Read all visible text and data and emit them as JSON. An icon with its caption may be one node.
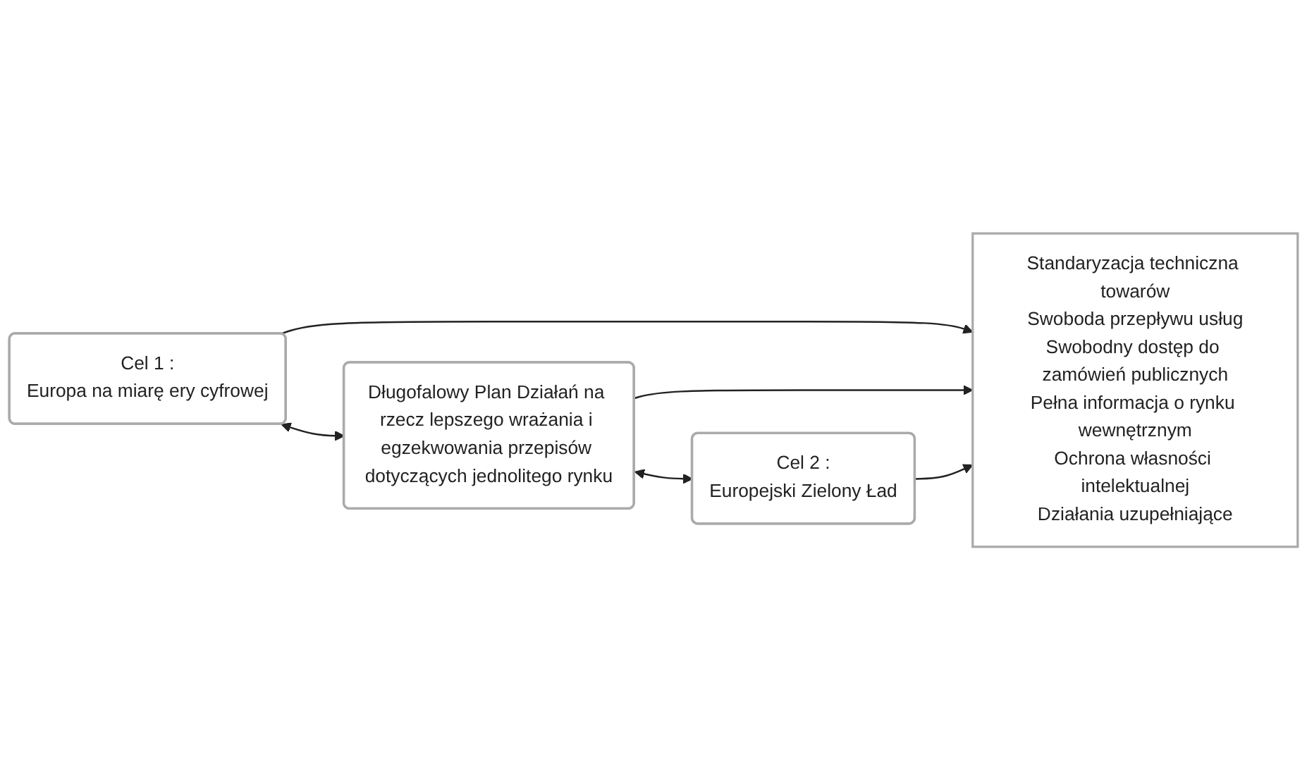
{
  "diagram": {
    "nodes": [
      {
        "text": [
          "Cel 1 :",
          "Europa na miarę ery cyfrowej"
        ]
      },
      {
        "text": [
          "Długofalowy Plan Działań na rzecz lepszego wrażania i egzekwowania przepisów dotyczących jednolitego rynku"
        ]
      },
      {
        "text": [
          "Cel 2 :",
          "Europejski Zielony Ład"
        ]
      },
      {
        "text": [
          "Standaryzacja techniczna towarów",
          "Swoboda przepływu usług",
          "Swobodny dostęp do zamówień publicznych",
          "Pełna informacja o rynku wewnętrznym",
          "Ochrona własności intelektualnej",
          "Działania uzupełniające"
        ]
      }
    ],
    "edges": [
      {
        "from": 0,
        "to": 1,
        "arrow": "both"
      },
      {
        "from": 1,
        "to": 2,
        "arrow": "both"
      },
      {
        "from": 0,
        "to": 3,
        "arrow": "to"
      },
      {
        "from": 1,
        "to": 3,
        "arrow": "to"
      },
      {
        "from": 2,
        "to": 3,
        "arrow": "to"
      }
    ]
  }
}
